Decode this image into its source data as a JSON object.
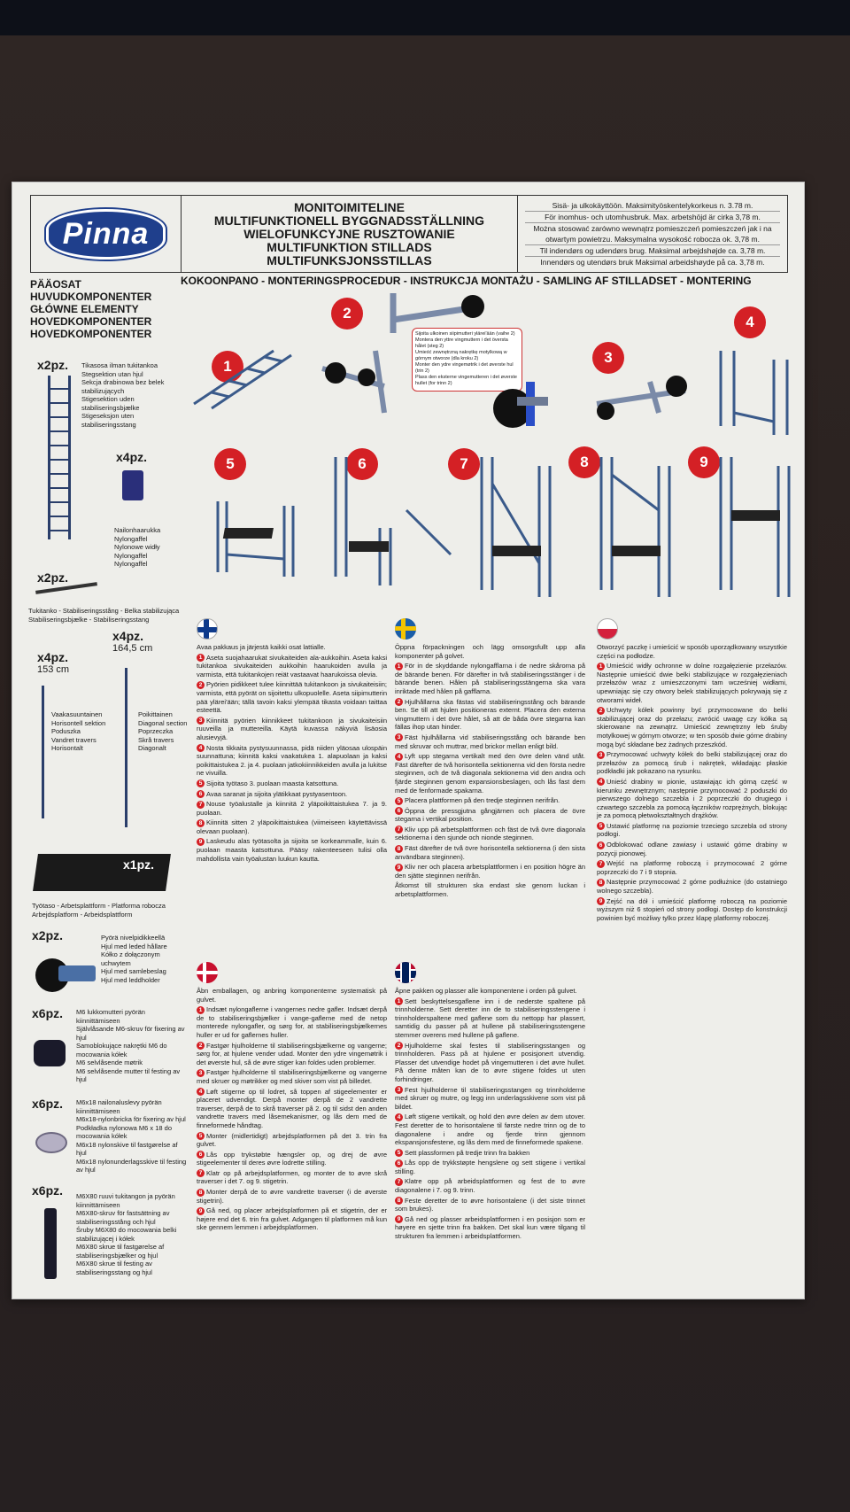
{
  "logo": "Pinna",
  "titles": [
    "MONITOIMITELINE",
    "MULTIFUNKTIONELL BYGGNADSSTÄLLNING",
    "WIELOFUNKCYJNE RUSZTOWANIE",
    "MULTIFUNKTION STILLADS",
    "MULTIFUNKSJONSSTILLAS"
  ],
  "max_height": [
    "Sisä- ja ulkokäyttöön. Maksimityöskentelykorkeus n. 3.78 m.",
    "För inomhus- och utomhusbruk. Max. arbetshöjd är cirka 3,78 m.",
    "Można stosować zarówno wewnątrz pomieszczeń pomieszczeń jak i na otwartym powietrzu. Maksymalna wysokość robocza ok. 3,78 m.",
    "Til indendørs og udendørs brug. Maksimal arbejdshøjde ca. 3,78 m.",
    "Innendørs og utendørs bruk Maksimal arbeidshøyde på ca. 3,78 m."
  ],
  "main_components": [
    "PÄÄOSAT",
    "HUVUDKOMPONENTER",
    "GŁÓWNE ELEMENTY",
    "HOVEDKOMPONENTER",
    "HOVEDKOMPONENTER"
  ],
  "assembly_title": "KOKOONPANO - MONTERINGSPROCEDUR - INSTRUKCJA MONTAŻU - SAMLING AF STILLADSET - MONTERING",
  "steps": [
    "1",
    "2",
    "3",
    "4",
    "5",
    "6",
    "7",
    "8",
    "9"
  ],
  "step2_note": [
    "Sijoita ulkoinen siipimutteri ylärei'ään (vaihe 2)",
    "Montera den yttre vingmuttern i det översta hålet (steg 2)",
    "Umieść zewnętrzną nakrętkę motylkową w górnym otworze (dla kroku 2)",
    "Monter den ydre vingemøtrik i det øverste hul (trin 2)",
    "Plass den eksterne vingemutteren i det øverste hullet (for trinn 2)"
  ],
  "components": {
    "ladder_qty": "x2pz.",
    "ladder_labels": [
      "Tikasosa ilman tukitankoa",
      "Stegsektion utan hjul",
      "Sekcja drabinowa bez belek stabilizujących",
      "Stigesektion uden stabiliseringsbjælke",
      "Stigeseksjon uten stabiliseringsstang"
    ],
    "fork_qty": "x4pz.",
    "fork_labels": [
      "Nailonhaarukka",
      "Nylongaffel",
      "Nylonowe widły",
      "Nylongaffel",
      "Nylongaffel"
    ],
    "stab_qty": "x2pz.",
    "stab_label": "Tukitanko - Stabiliseringsstång - Belka stabilizująca Stabiliseringsbjælke - Stabiliseringsstang",
    "h_qty": "x4pz.",
    "h_len": "153 cm",
    "h_labels": [
      "Vaakasuuntainen",
      "Horisontell sektion",
      "Poduszka",
      "Vandret travers",
      "Horisontalt"
    ],
    "d_qty": "x4pz.",
    "d_len": "164,5 cm",
    "d_labels": [
      "Poikittainen",
      "Diagonal section",
      "Poprzeczka",
      "Skrå travers",
      "Diagonalt"
    ],
    "plat_qty": "x1pz.",
    "plat_label": "Työtaso - Arbetsplattform - Platforma robocza Arbejdsplatform - Arbeidsplattform",
    "wheel_qty": "x2pz.",
    "wheel_labels": [
      "Pyörä nivelpidikkeellä",
      "Hjul med leded hållare",
      "Kółko z dołączonym uchwytem",
      "Hjul med samlebeslag",
      "Hjul med leddholder"
    ],
    "nut_qty": "x6pz.",
    "nut_labels": [
      "M6 lukkomutteri pyörän kiinnittämiseen",
      "Självlåsande M6-skruv för fixering av hjul",
      "Samoblokujące nakrętki M6 do mocowania kółek",
      "M6 selvlåsende møtrik",
      "M6 selvlåsende mutter til festing av hjul"
    ],
    "washer_qty": "x6pz.",
    "washer_labels": [
      "M6x18 nailonaluslevy pyörän kiinnittämiseen",
      "M6x18-nylonbricka för fixering av hjul",
      "Podkładka nylonowa M6 x 18 do mocowania kółek",
      "M6x18 nylonskive til fastgørelse af hjul",
      "M6x18 nylonunderlagsskive til festing av hjul"
    ],
    "bolt_qty": "x6pz.",
    "bolt_labels": [
      "M6X80 ruuvi tukitangon ja pyörän kiinnittämiseen",
      "M6X80-skruv för fastsättning av stabiliseringsstång och hjul",
      "Śruby M6X80 do mocowania belki stabilizującej i kółek",
      "M6X80 skrue til fastgørelse af stabiliseringsbjælker og hjul",
      "M6X80 skrue til festing av stabiliseringsstang og hjul"
    ]
  },
  "fi": [
    "Avaa pakkaus ja järjestä kaikki osat lattialle.",
    "Aseta suojahaarukat sivukaiteiden ala-aukkoihin. Aseta kaksi tukitankoa sivukaiteiden aukkoihin haarukoiden avulla ja varmista, että tukitankojen reiät vastaavat haarukoissa olevia.",
    "Pyörien pidikkeet tulee kiinnittää tukitankoon ja sivukaiteisiin; varmista, että pyörät on sijoitettu ulkopuolelle. Aseta siipimutterin pää ylärei'ään; tällä tavoin kaksi ylempää tikasta voidaan taittaa esteettä.",
    "Kiinnitä pyörien kiinnikkeet tukitankoon ja sivukaiteisiin ruuveilla ja muttereilla. Käytä kuvassa näkyviä lisäosia alusievyjä.",
    "Nosta tikkaita pystysuunnassa, pidä niiden yläosaa ulospäin suunnattuna; kiinnitä kaksi vaakatukea 1. alapuolaan ja kaksi poikittaistukea 2. ja 4. puolaan jatkokiinnikkeiden avulla ja lukitse ne vivuilla.",
    "Sijoita työtaso 3. puolaan maasta katsottuna.",
    "Avaa saranat ja sijoita ylätikkaat pystyasentoon.",
    "Nouse työalustalle ja kiinnitä 2 yläpoikittaistukea 7. ja 9. puolaan.",
    "Kiinnitä sitten 2 yläpoikittaistukea (viimeiseen käytettävissä olevaan puolaan).",
    "Laskeudu alas työtasolta ja sijoita se korkeammalle, kuin 6. puolaan maasta katsottuna. Pääsy rakenteeseen tulisi olla mahdollista vain työalustan luukun kautta."
  ],
  "se": [
    "Öppna förpackningen och lägg omsorgsfullt upp alla komponenter på golvet.",
    "För in de skyddande nylongafflarna i de nedre skårorna på de bärande benen. För därefter in två stabiliseringsstänger i de bärande benen. Hålen på stabiliseringsstängerna ska vara inriktade med hålen på gafflarna.",
    "Hjulhållarna ska fästas vid stabiliseringsstång och bärande ben. Se till att hjulen positioneras externt. Placera den externa vingmuttern i det övre hålet, så att de båda övre stegarna kan fällas ihop utan hinder.",
    "Fäst hjulhållarna vid stabiliseringsstång och bärande ben med skruvar och muttrar, med brickor mellan enligt bild.",
    "Lyft upp stegarna vertikalt med den övre delen vänd utåt. Fäst därefter de två horisontella sektionerna vid den första nedre steginnen, och de två diagonala sektionerna vid den andra och fjärde steginnen genom expansionsbeslagen, och lås fast dem med de fenformade spakarna.",
    "Placera plattformen på den tredje steginnen nerifrån.",
    "Öppna de pressgjutna gångjärnen och placera de övre stegarna i vertikal position.",
    "Kliv upp på arbetsplattformen och fäst de två övre diagonala sektionerna i den sjunde och nionde steginnen.",
    "Fäst därefter de två övre horisontella sektionerna (i den sista användbara steginnen).",
    "Kliv ner och placera arbetsplattformen i en position högre än den sjätte steginnen nerifrån.",
    "Åtkomst till strukturen ska endast ske genom luckan i arbetsplattformen."
  ],
  "pl": [
    "Otworzyć paczkę i umieścić w sposób uporządkowany wszystkie części na podłodze.",
    "Umieścić widły ochronne w dolne rozgałęzienie przełazów. Następnie umieścić dwie belki stabilizujące w rozgałęzieniach przełazów wraz z umieszczonymi tam wcześniej widłami, upewniając się czy otwory belek stabilizujących pokrywają się z otworami wideł.",
    "Uchwyty kółek powinny być przymocowane do belki stabilizującej oraz do przełazu; zwrócić uwagę czy kółka są skierowane na zewnątrz. Umieścić zewnętrzny łeb śruby motylkowej w górnym otworze; w ten sposób dwie górne drabiny mogą być składane bez żadnych przeszkód.",
    "Przymocować uchwyty kółek do belki stabilizującej oraz do przełazów za pomocą śrub i nakrętek, wkładając płaskie podkładki jak pokazano na rysunku.",
    "Unieść drabiny w pionie, ustawiając ich górną część w kierunku zewnętrznym; następnie przymocować 2 poduszki do pierwszego dolnego szczebla i 2 poprzeczki do drugiego i czwartego szczebla za pomocą łączników rozprężnych, blokując je za pomocą płetwokształtnych drążków.",
    "Ustawić platformę na poziomie trzeciego szczebla od strony podłogi.",
    "Odblokować odlane zawiasy i ustawić górne drabiny w pozycji pionowej.",
    "Wejść na platformę roboczą i przymocować 2 górne poprzeczki do 7 i 9 stopnia.",
    "Następnie przymocować 2 górne podłużnice (do ostatniego wolnego szczebla).",
    "Zejść na dół i umieścić platformę roboczą na poziomie wyższym niż 6 stopień od strony podłogi. Dostęp do konstrukcji powinien być możliwy tylko przez klapę platformy roboczej."
  ],
  "dk": [
    "Åbn emballagen, og anbring komponenterne systematisk på gulvet.",
    "Indsæt nylongaflerne i vangernes nedre gafler. Indsæt derpå de to stabiliseringsbjælker i vange-gaflerne med de netop monterede nylongafler, og sørg for, at stabiliseringsbjælkernes huller er ud for gaflernes huller.",
    "Fastgør hjulholderne til stabiliseringsbjælkerne og vangerne; sørg for, at hjulene vender udad. Monter den ydre vingemøtrik i det øverste hul, så de øvre stiger kan foldes uden problemer.",
    "Fastgør hjulholderne til stabiliseringsbjælkerne og vangerne med skruer og møtrikker og med skiver som vist på billedet.",
    "Løft stigerne op til lodret, så toppen af stigeelementer er placeret udvendigt. Derpå monter derpå de 2 vandrette traverser, derpå de to skrå traverser på 2. og til sidst den anden vandrette travers med låsemekanismer, og lås dem med de finneformede håndtag.",
    "Monter (midlertidigt) arbejdsplatformen på det 3. trin fra gulvet.",
    "Lås opp trykstøbte hængsler op, og drej de øvre stigeelementer til deres øvre lodrette stilling.",
    "Klatr op på arbejdsplatformen, og monter de to øvre skrå traverser i det 7. og 9. stigetrin.",
    "Monter derpå de to øvre vandrette traverser (i de øverste stigetrin).",
    "Gå ned, og placer arbejdsplatformen på et stigetrin, der er højere end det 6. trin fra gulvet. Adgangen til platformen må kun ske gennem lemmen i arbejdsplatformen."
  ],
  "no": [
    "Åpne pakken og plasser alle komponentene i orden på gulvet.",
    "Sett beskyttelsesgaflene inn i de nederste spaltene på trinnholderne. Sett deretter inn de to stabiliseringsstengene i trinnholderspaltene med gaflene som du nettopp har plassert, samtidig du passer på at hullene på stabiliseringsstengene stemmer overens med hullene på gaflene.",
    "Hjulholderne skal festes til stabiliseringsstangen og trinnholderen. Pass på at hjulene er posisjonert utvendig. Plasser det utvendige hodet på vingemutteren i det øvre hullet. På denne måten kan de to øvre stigene foldes ut uten forhindringer.",
    "Fest hjulholderne til stabiliseringsstangen og trinnholderne med skruer og mutre, og legg inn underlagsskivene som vist på bildet.",
    "Løft stigene vertikalt, og hold den øvre delen av dem utover. Fest deretter de to horisontalene til første nedre trinn og de to diagonalene i andre og fjerde trinn gjennom ekspansjonsfestene, og lås dem med de finneformede spakene.",
    "Sett plassformen på tredje trinn fra bakken",
    "Lås opp de trykkstøpte hengslene og sett stigene i vertikal stilling.",
    "Klatre opp på arbeidsplattformen og fest de to øvre diagonalene i 7. og 9. trinn.",
    "Feste deretter de to øvre horisontalene (i det siste trinnet som brukes).",
    "Gå ned og plasser arbeidsplattformen i en posisjon som er høyere en sjette trinn fra bakken. Det skal kun være tilgang til strukturen fra lemmen i arbeidsplattformen."
  ]
}
